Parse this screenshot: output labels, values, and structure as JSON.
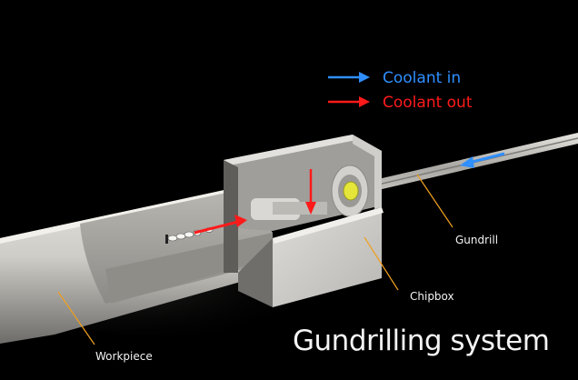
{
  "title": "Gundrilling system",
  "legend": {
    "items": [
      {
        "label": "Coolant in",
        "color": "#2f8fff",
        "icon": "arrow-right-icon"
      },
      {
        "label": "Coolant out",
        "color": "#ff1a1a",
        "icon": "arrow-right-icon"
      }
    ]
  },
  "parts": {
    "gundrill": "Gundrill",
    "chipbox": "Chipbox",
    "workpiece": "Workpiece"
  },
  "colors": {
    "background": "#000000",
    "coolant_in": "#2f8fff",
    "coolant_out": "#ff1a1a",
    "leader_line": "#f0a020",
    "bushing_accent": "#e6e63a"
  }
}
